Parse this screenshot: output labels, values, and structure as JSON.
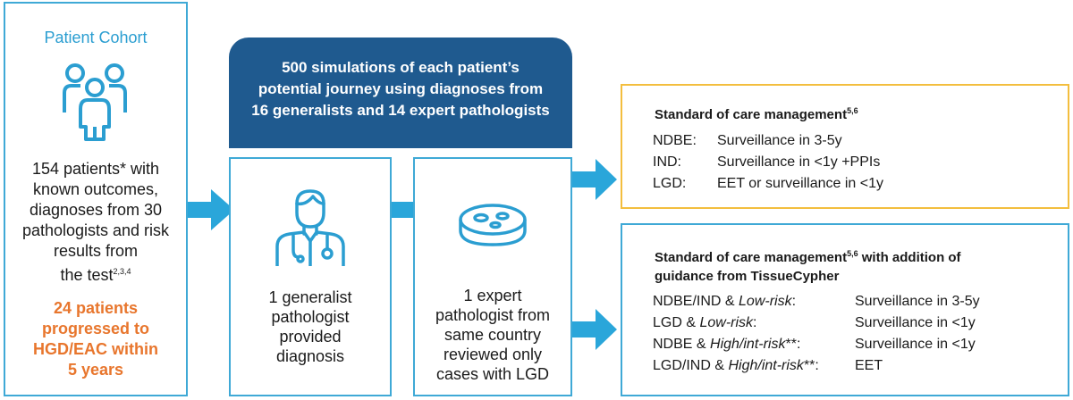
{
  "cohort": {
    "title": "Patient Cohort",
    "desc_lines": [
      "154 patients* with",
      "known outcomes,",
      "diagnoses from 30",
      "pathologists and risk",
      "results from"
    ],
    "desc_last": "the test",
    "desc_refs": "2,3,4",
    "highlight_lines": [
      "24 patients",
      "progressed to",
      "HGD/EAC within",
      "5 years"
    ]
  },
  "banner": {
    "lines": [
      "500 simulations of each patient’s",
      "potential journey using diagnoses from",
      "16 generalists and 14 expert pathologists"
    ]
  },
  "step1": {
    "lines": [
      "1 generalist",
      "pathologist",
      "provided",
      "diagnosis"
    ]
  },
  "step2": {
    "lines": [
      "1 expert",
      "pathologist from",
      "same country",
      "reviewed only",
      "cases with LGD"
    ]
  },
  "soc": {
    "title": "Standard of care management",
    "refs": "5,6",
    "rows": [
      {
        "key": "NDBE:",
        "value": "Surveillance in 3-5y"
      },
      {
        "key": "IND:",
        "value": "Surveillance in <1y +PPIs"
      },
      {
        "key": "LGD:",
        "value": "EET or surveillance in <1y"
      }
    ]
  },
  "soc_plus": {
    "title_a": "Standard of care management",
    "refs": "5,6",
    "title_b": " with addition of",
    "title_line2": "guidance from TissueCypher",
    "rows": [
      {
        "key_plain": "NDBE/IND & ",
        "key_italic": "Low-risk",
        "key_tail": ":",
        "value": "Surveillance in 3-5y"
      },
      {
        "key_plain": "LGD & ",
        "key_italic": "Low-risk",
        "key_tail": ":",
        "value": "Surveillance in <1y"
      },
      {
        "key_plain": "NDBE & ",
        "key_italic": "High/int-risk",
        "key_tail": "**:",
        "value": "Surveillance in <1y"
      },
      {
        "key_plain": "LGD/IND & ",
        "key_italic": "High/int-risk",
        "key_tail": "**:",
        "value": "EET"
      }
    ]
  },
  "colors": {
    "accent_blue": "#3fa9d6",
    "navy": "#1f5a8f",
    "orange": "#e8762d",
    "yellow": "#f3be3e"
  }
}
